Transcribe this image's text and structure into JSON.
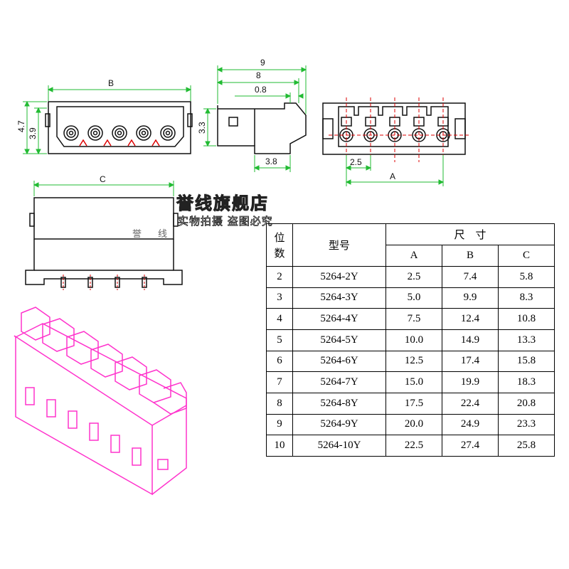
{
  "dimensions": {
    "b": "B",
    "h47": "4.7",
    "h39": "3.9",
    "d9": "9",
    "d8": "8",
    "d08": "0.8",
    "d33": "3.3",
    "d38": "3.8",
    "d25": "2.5",
    "a": "A",
    "c": "C"
  },
  "watermark": {
    "title": "誉线旗舰店",
    "subtitle": "实物拍摄 盗图必究",
    "char_left": "誉",
    "char_right": "线"
  },
  "table": {
    "header_pos": "位\n数",
    "header_model": "型号",
    "header_size": "尺　寸",
    "col_a": "A",
    "col_b": "B",
    "col_c": "C",
    "rows": [
      {
        "n": "2",
        "model": "5264-2Y",
        "a": "2.5",
        "b": "7.4",
        "c": "5.8"
      },
      {
        "n": "3",
        "model": "5264-3Y",
        "a": "5.0",
        "b": "9.9",
        "c": "8.3"
      },
      {
        "n": "4",
        "model": "5264-4Y",
        "a": "7.5",
        "b": "12.4",
        "c": "10.8"
      },
      {
        "n": "5",
        "model": "5264-5Y",
        "a": "10.0",
        "b": "14.9",
        "c": "13.3"
      },
      {
        "n": "6",
        "model": "5264-6Y",
        "a": "12.5",
        "b": "17.4",
        "c": "15.8"
      },
      {
        "n": "7",
        "model": "5264-7Y",
        "a": "15.0",
        "b": "19.9",
        "c": "18.3"
      },
      {
        "n": "8",
        "model": "5264-8Y",
        "a": "17.5",
        "b": "22.4",
        "c": "20.8"
      },
      {
        "n": "9",
        "model": "5264-9Y",
        "a": "20.0",
        "b": "24.9",
        "c": "23.3"
      },
      {
        "n": "10",
        "model": "5264-10Y",
        "a": "22.5",
        "b": "27.4",
        "c": "25.8"
      }
    ]
  },
  "colors": {
    "dimension": "#22bb33",
    "outline": "#111111",
    "center": "#dd0000",
    "iso": "#ff33cc"
  }
}
